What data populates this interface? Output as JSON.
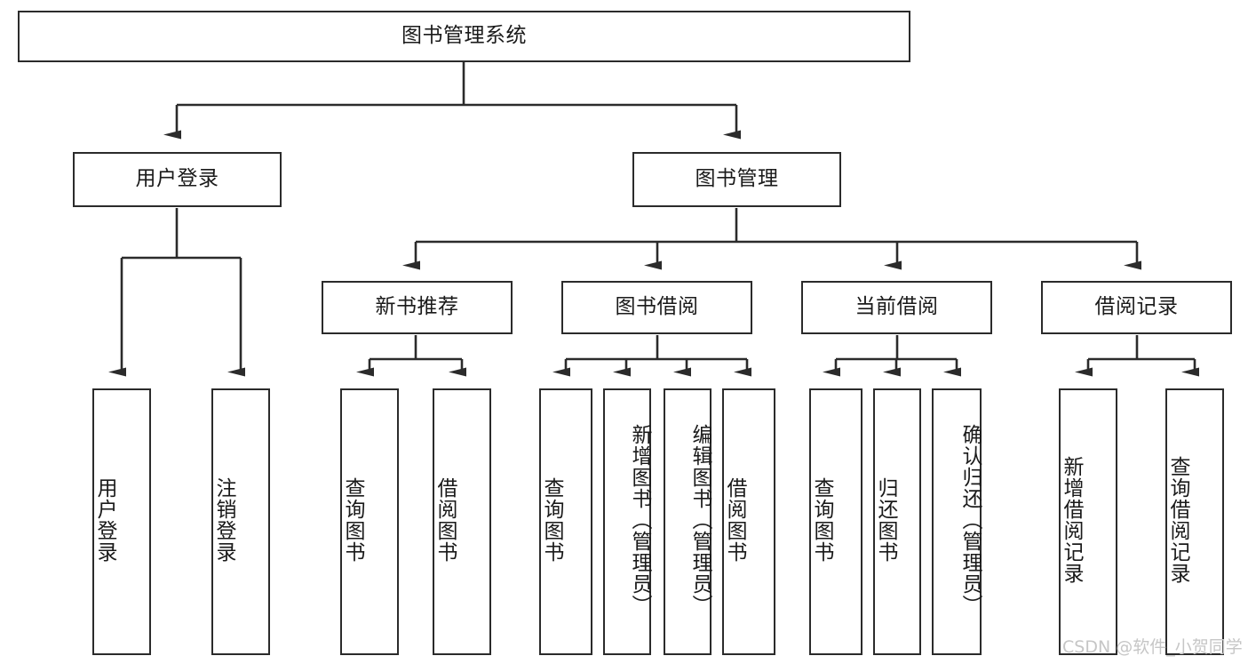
{
  "diagram": {
    "title": "图书管理系统",
    "root": {
      "label": "图书管理系统"
    },
    "level1": [
      {
        "label": "用户登录"
      },
      {
        "label": "图书管理"
      }
    ],
    "level2": [
      {
        "label": "新书推荐"
      },
      {
        "label": "图书借阅"
      },
      {
        "label": "当前借阅"
      },
      {
        "label": "借阅记录"
      }
    ],
    "leaves": {
      "user_login": [
        {
          "label": "用户登录"
        },
        {
          "label": "注销登录"
        }
      ],
      "new_book_recommend": [
        {
          "label": "查询图书"
        },
        {
          "label": "借阅图书"
        }
      ],
      "book_borrow": [
        {
          "label": "查询图书"
        },
        {
          "label": "新增图书（管理员）"
        },
        {
          "label": "编辑图书（管理员）"
        },
        {
          "label": "借阅图书"
        }
      ],
      "current_borrow": [
        {
          "label": "查询图书"
        },
        {
          "label": "归还图书"
        },
        {
          "label": "确认归还（管理员）"
        }
      ],
      "borrow_record": [
        {
          "label": "新增借阅记录"
        },
        {
          "label": "查询借阅记录"
        }
      ]
    }
  },
  "watermark": {
    "text": "CSDN @软件_小贺同学"
  },
  "colors": {
    "border": "#2b2b2b",
    "text": "#1a1a1a",
    "background": "#ffffff",
    "watermark": "#c6c6c6"
  }
}
